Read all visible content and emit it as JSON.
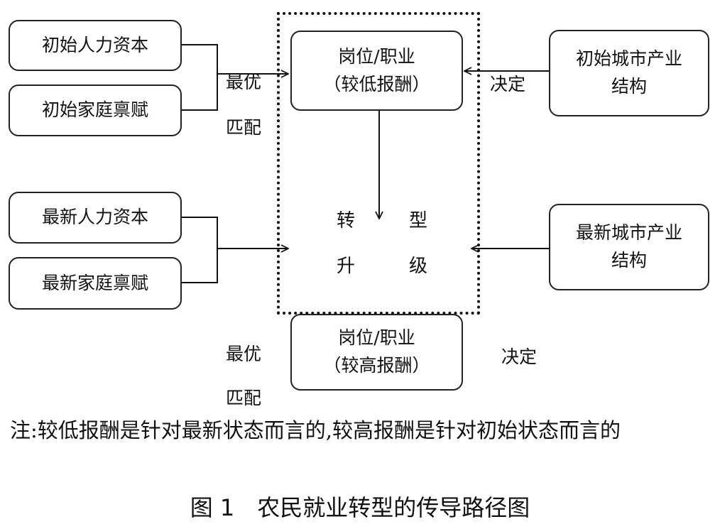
{
  "boxes": {
    "initial_human_capital": "初始人力资本",
    "initial_family_endowment": "初始家庭禀赋",
    "latest_human_capital": "最新人力资本",
    "latest_family_endowment": "最新家庭禀赋",
    "job_low": {
      "line1": "岗位/职业",
      "line2": "（较低报酬）"
    },
    "job_high": {
      "line1": "岗位/职业",
      "line2": "（较高报酬）"
    },
    "initial_urban_industry": {
      "line1": "初始城市产业",
      "line2": "结构"
    },
    "latest_urban_industry": {
      "line1": "最新城市产业",
      "line2": "结构"
    }
  },
  "labels": {
    "optimal_match_top_1": "最优",
    "optimal_match_top_2": "匹配",
    "optimal_match_bottom_1": "最优",
    "optimal_match_bottom_2": "匹配",
    "decide_top": "决定",
    "decide_bottom": "决定",
    "transform_1": "转",
    "transform_2": "型",
    "upgrade_1": "升",
    "upgrade_2": "级"
  },
  "note": "注:较低报酬是针对最新状态而言的,较高报酬是针对初始状态而言的",
  "caption": "图 1　农民就业转型的传导路径图"
}
